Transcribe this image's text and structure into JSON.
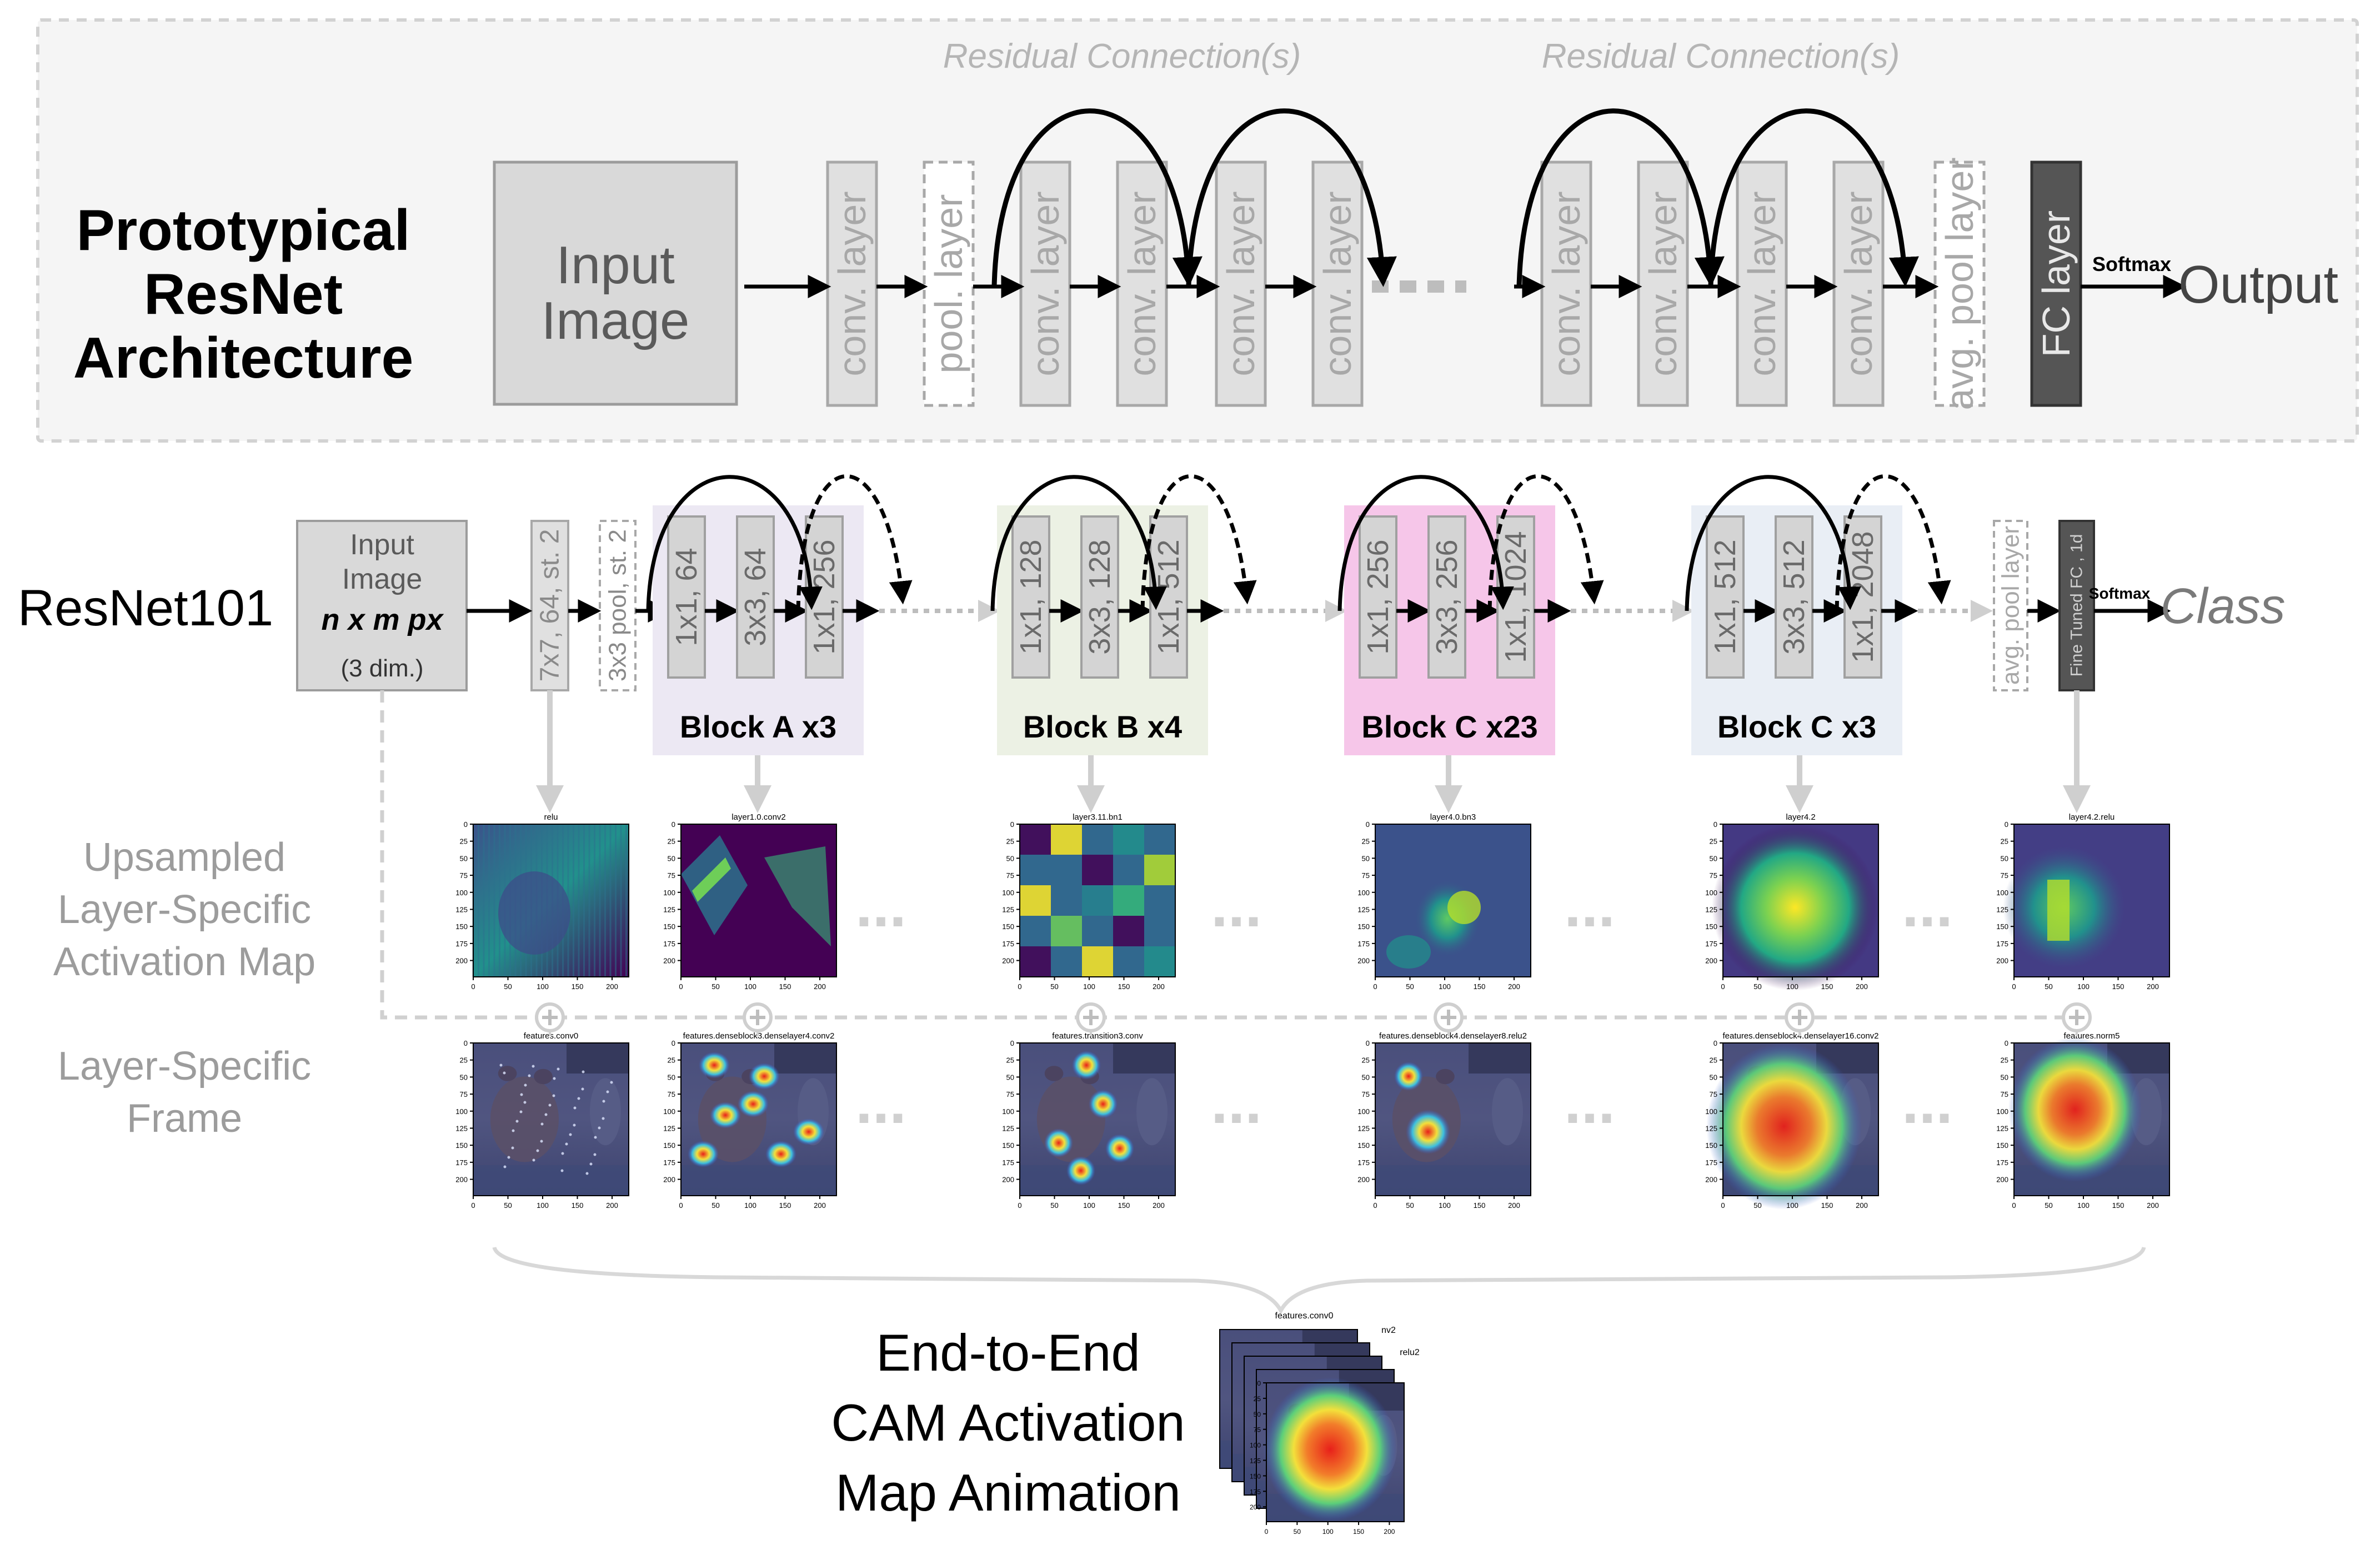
{
  "top": {
    "title_lines": [
      "Prototypical",
      "ResNet",
      "Architecture"
    ],
    "input_lines": [
      "Input",
      "Image"
    ],
    "residual_label": "Residual Connection(s)",
    "conv_label": "conv. layer",
    "pool_label": "pool. layer",
    "avgpool_label": "avg. pool layer",
    "fc_label": "FC layer",
    "softmax": "Softmax",
    "output": "Output"
  },
  "resnet": {
    "name": "ResNet101",
    "input_lines": [
      "Input",
      "Image"
    ],
    "input_dims": "n x m px",
    "input_channels": "(3 dim.)",
    "conv1": "7x7, 64, st. 2",
    "pool1": "3x3 pool, st. 2",
    "avgpool": "avg. pool layer",
    "fc": "Fine Tuned FC , 1d",
    "softmax": "Softmax",
    "output": "Class",
    "blocks": [
      {
        "label": "Block A x3",
        "layers": [
          "1x1, 64",
          "3x3, 64",
          "1x1, 256"
        ],
        "color": "#ece8f3"
      },
      {
        "label": "Block B x4",
        "layers": [
          "1x1, 128",
          "3x3, 128",
          "1x1, 512"
        ],
        "color": "#ecf1e4"
      },
      {
        "label": "Block C x23",
        "layers": [
          "1x1, 256",
          "3x3, 256",
          "1x1, 1024"
        ],
        "color": "#f6c6e9"
      },
      {
        "label": "Block C x3",
        "layers": [
          "1x1, 512",
          "3x3, 512",
          "1x1, 2048"
        ],
        "color": "#e9eef5"
      }
    ]
  },
  "rows": {
    "activation_label": [
      "Upsampled",
      "Layer-Specific",
      "Activation Map"
    ],
    "frame_label": [
      "Layer-Specific",
      "Frame"
    ],
    "ellipsis": "...",
    "activation_titles": [
      "relu",
      "layer1.0.conv2",
      "layer3.11.bn1",
      "layer4.0.bn3",
      "layer4.2",
      "layer4.2.relu"
    ],
    "frame_titles": [
      "features.conv0",
      "features.denseblock3.denselayer4.conv2",
      "features.transition3.conv",
      "features.denseblock4.denselayer8.relu2",
      "features.denseblock4.denselayer16.conv2",
      "features.norm5"
    ],
    "y_ticks": [
      "0",
      "25",
      "50",
      "75",
      "100",
      "125",
      "150",
      "175",
      "200"
    ],
    "x_ticks": [
      "0",
      "50",
      "100",
      "150",
      "200"
    ]
  },
  "animation": {
    "caption_lines": [
      "End-to-End",
      "CAM Activation",
      "Map Animation"
    ],
    "front_title": "features.conv0",
    "back_fragments": [
      "nv2",
      "relu2"
    ]
  }
}
